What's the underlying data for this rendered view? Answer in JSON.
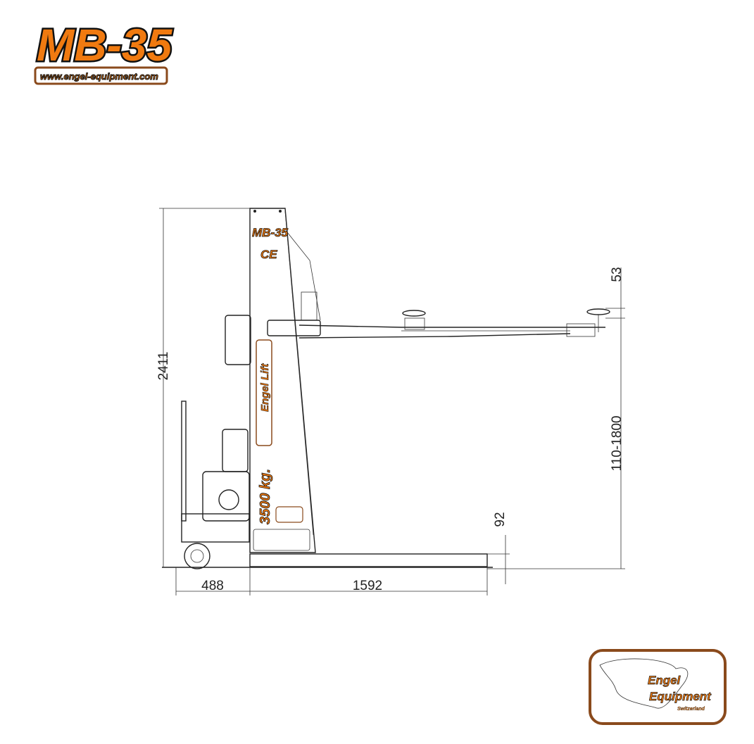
{
  "header_logo": {
    "title": "MB-35",
    "url": "www.engel-equipment.com"
  },
  "column_labels": {
    "model": "MB-35",
    "ce": "CE",
    "brand": "Engel Lift",
    "capacity": "3500 kg."
  },
  "dimensions": {
    "total_height": "2411",
    "pad_height": "53",
    "lift_range": "110-1800",
    "base_height": "92",
    "rear_length": "488",
    "base_length": "1592"
  },
  "footer_logo": {
    "line1": "Engel",
    "line2": "Equipment",
    "line3": "Switzerland"
  },
  "colors": {
    "accent": "#f07a10",
    "frame": "#8a4a1c",
    "line": "#222222"
  }
}
